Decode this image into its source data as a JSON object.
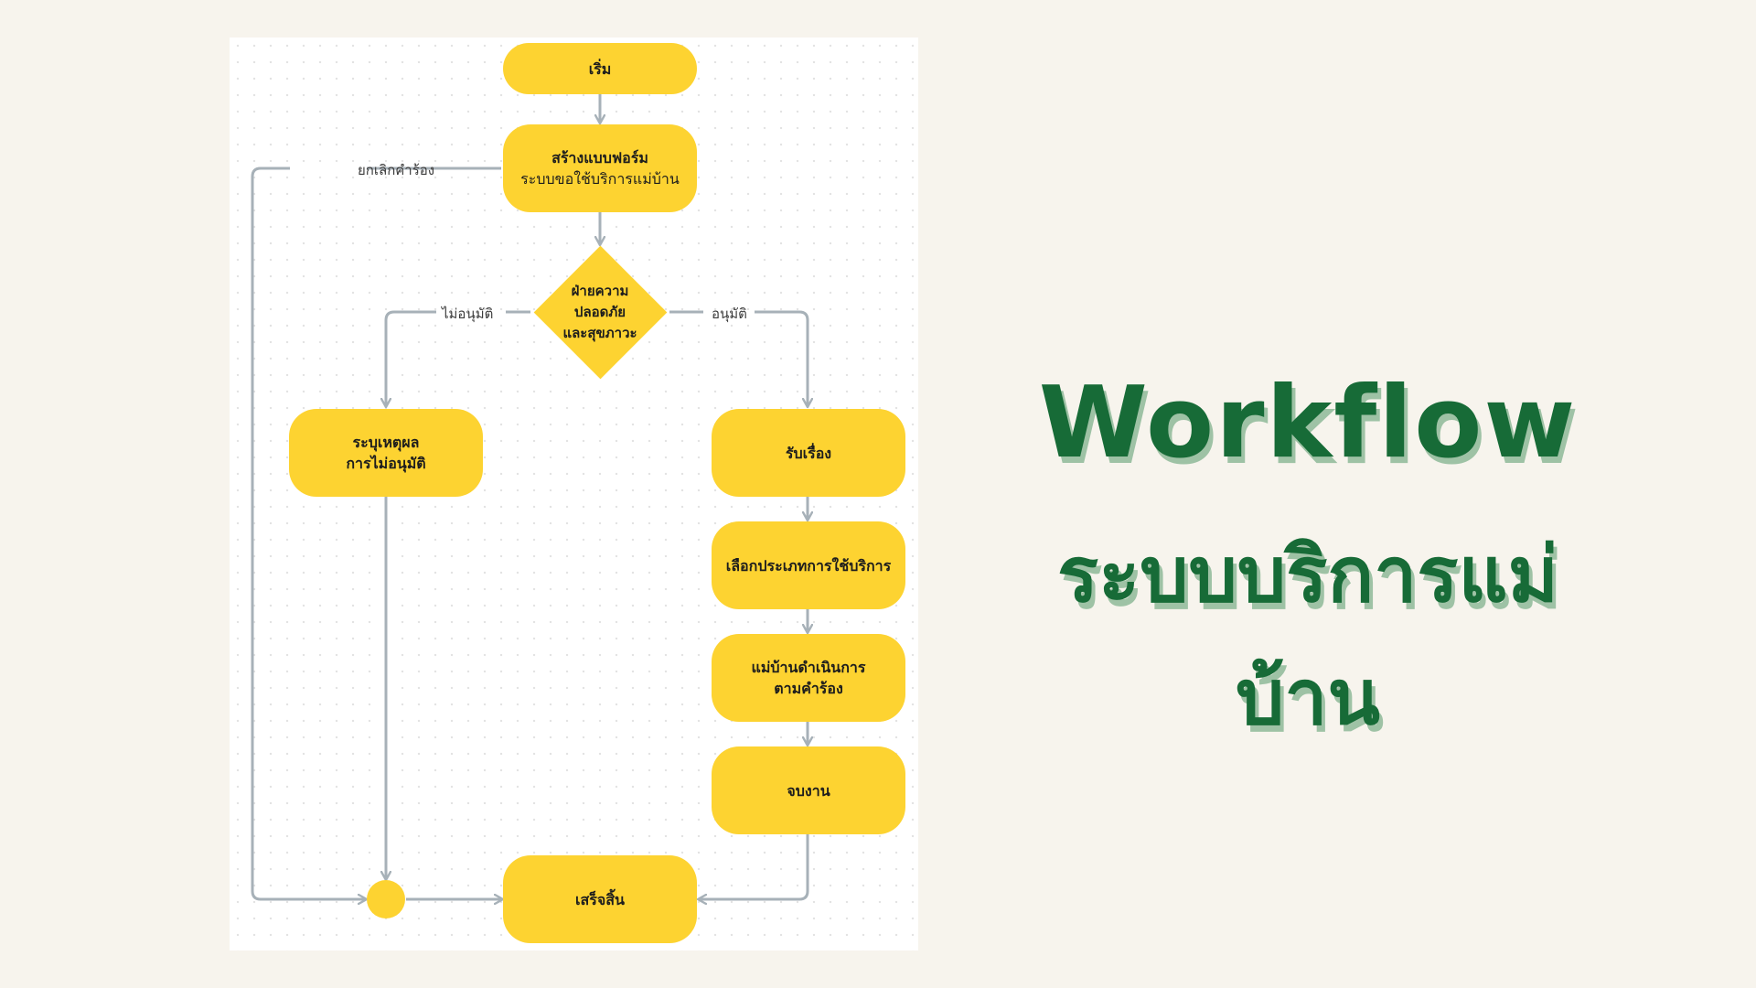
{
  "title": {
    "main": "Workflow",
    "sub": "ระบบบริการแม่บ้าน"
  },
  "colors": {
    "background": "#f7f4ed",
    "node_fill": "#fdd331",
    "connector": "#a7b1b8",
    "title_text": "#176b37",
    "title_shadow": "#9ec2a5"
  },
  "nodes": {
    "start": {
      "label": "เริ่ม"
    },
    "create_form": {
      "label": "สร้างแบบฟอร์ม",
      "sublabel": "ระบบขอใช้บริการแม่บ้าน"
    },
    "decision": {
      "line1": "ฝ่ายความ",
      "line2": "ปลอดภัย",
      "line3": "และสุขภาวะ"
    },
    "reject_reason": {
      "line1": "ระบุเหตุผล",
      "line2": "การไม่อนุมัติ"
    },
    "receive": {
      "label": "รับเรื่อง"
    },
    "choose_service": {
      "label": "เลือกประเภทการใช้บริการ"
    },
    "housekeeper_action": {
      "line1": "แม่บ้านดำเนินการ",
      "line2": "ตามคำร้อง"
    },
    "close_job": {
      "label": "จบงาน"
    },
    "finish": {
      "label": "เสร็จสิ้น"
    }
  },
  "edges": {
    "cancel": "ยกเลิกคำร้อง",
    "not_approved": "ไม่อนุมัติ",
    "approved": "อนุมัติ"
  }
}
